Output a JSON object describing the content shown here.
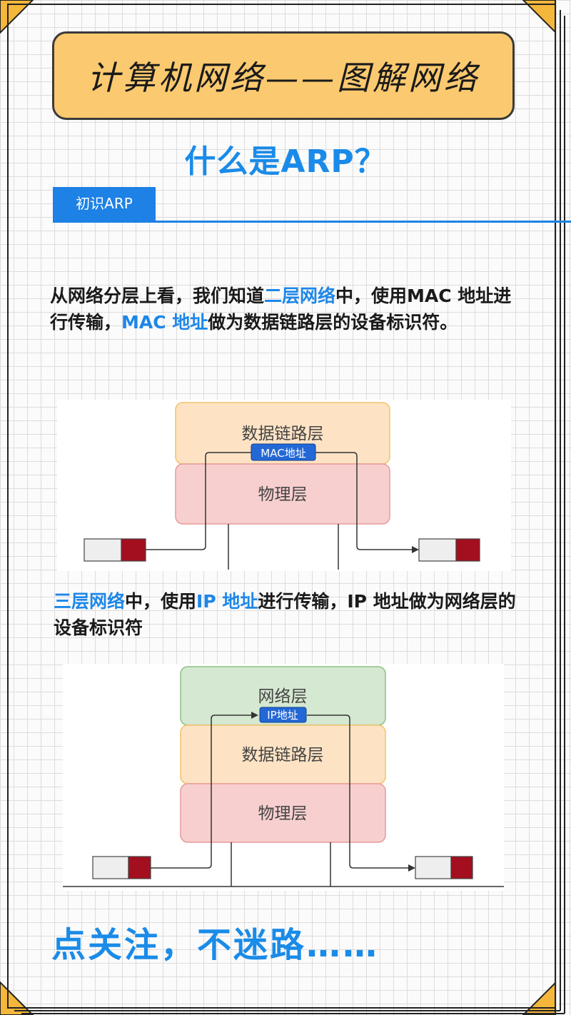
{
  "title": "计算机网络——图解网络",
  "subtitle": "什么是ARP？",
  "section_tab": "初识ARP",
  "para1": {
    "part1": "从网络分层上看，我们知道",
    "highlight1": "二层网络",
    "part2": "中，使用MAC 地址进行传输，",
    "highlight2": "MAC 地址",
    "part3": "做为数据链路层的设备标识符。"
  },
  "diagram1": {
    "layer_top": "数据链路层",
    "layer_bottom": "物理层",
    "address_tag": "MAC地址"
  },
  "para2": {
    "highlight1": "三层网络",
    "part1": "中，使用",
    "highlight2": "IP 地址",
    "part2": "进行传输，IP 地址做为网络层的设备标识符"
  },
  "diagram2": {
    "layer_top": "网络层",
    "layer_mid": "数据链路层",
    "layer_bottom": "物理层",
    "address_tag": "IP地址"
  },
  "footer": "点关注，不迷路……",
  "colors": {
    "accent_blue": "#1d87e8",
    "title_bg": "#fbc96f",
    "layer_datalink_bg": "#fde3c4",
    "layer_physical_bg": "#f8cfcf",
    "layer_network_bg": "#d5e8d1",
    "device_red": "#a30f1f"
  }
}
